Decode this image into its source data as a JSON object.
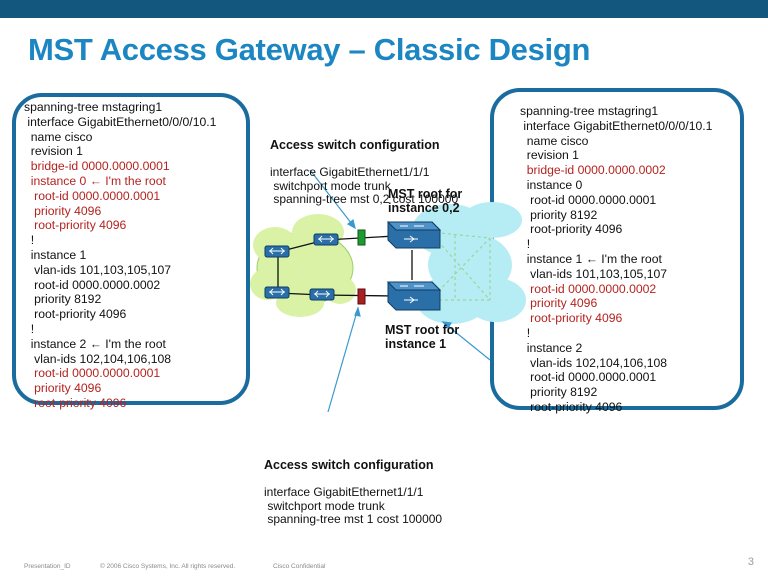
{
  "slide": {
    "title": "MST Access Gateway – Classic Design",
    "page_number": "3"
  },
  "left_config": {
    "lines": [
      {
        "text": "spanning-tree mstagring1",
        "red": false
      },
      {
        "text": " interface GigabitEthernet0/0/0/10.1",
        "red": false
      },
      {
        "text": "  name cisco",
        "red": false
      },
      {
        "text": "  revision 1",
        "red": false
      },
      {
        "text": "  bridge-id 0000.0000.0001",
        "red": true
      },
      {
        "text": "  instance 0 ← I'm the root",
        "red": true
      },
      {
        "text": "   root-id 0000.0000.0001",
        "red": true
      },
      {
        "text": "   priority 4096",
        "red": true
      },
      {
        "text": "   root-priority 4096",
        "red": true
      },
      {
        "text": "  !",
        "red": false
      },
      {
        "text": "  instance 1",
        "red": false
      },
      {
        "text": "   vlan-ids 101,103,105,107",
        "red": false
      },
      {
        "text": "   root-id 0000.0000.0002",
        "red": false
      },
      {
        "text": "   priority 8192",
        "red": false
      },
      {
        "text": "   root-priority 4096",
        "red": false
      },
      {
        "text": "  !",
        "red": false
      },
      {
        "text": "  instance 2 ← I'm the root",
        "red": false
      },
      {
        "text": "   vlan-ids 102,104,106,108",
        "red": false
      },
      {
        "text": "   root-id 0000.0000.0001",
        "red": true
      },
      {
        "text": "   priority 4096",
        "red": true
      },
      {
        "text": "   root-priority 4096",
        "red": true
      }
    ]
  },
  "right_config": {
    "lines": [
      {
        "text": "spanning-tree mstagring1",
        "red": false
      },
      {
        "text": " interface GigabitEthernet0/0/0/10.1",
        "red": false
      },
      {
        "text": "  name cisco",
        "red": false
      },
      {
        "text": "  revision 1",
        "red": false
      },
      {
        "text": "  bridge-id 0000.0000.0002",
        "red": true
      },
      {
        "text": "  instance 0",
        "red": false
      },
      {
        "text": "   root-id 0000.0000.0001",
        "red": false
      },
      {
        "text": "   priority 8192",
        "red": false
      },
      {
        "text": "   root-priority 4096",
        "red": false
      },
      {
        "text": "  !",
        "red": false
      },
      {
        "text": "  instance 1 ← I'm the root",
        "red": false
      },
      {
        "text": "   vlan-ids 101,103,105,107",
        "red": false
      },
      {
        "text": "   root-id 0000.0000.0002",
        "red": true
      },
      {
        "text": "   priority 4096",
        "red": true
      },
      {
        "text": "   root-priority 4096",
        "red": true
      },
      {
        "text": "  !",
        "red": false
      },
      {
        "text": "  instance 2",
        "red": false
      },
      {
        "text": "   vlan-ids 102,104,106,108",
        "red": false
      },
      {
        "text": "   root-id 0000.0000.0001",
        "red": false
      },
      {
        "text": "   priority 8192",
        "red": false
      },
      {
        "text": "   root-priority 4096",
        "red": false
      }
    ]
  },
  "access_top": {
    "heading": "Access switch configuration",
    "lines": [
      "interface GigabitEthernet1/1/1",
      " switchport mode trunk",
      " spanning-tree mst 0,2 cost 100000"
    ]
  },
  "access_bottom": {
    "heading": "Access switch configuration",
    "lines": [
      "interface GigabitEthernet1/1/1",
      " switchport mode trunk",
      " spanning-tree mst 1 cost 100000"
    ]
  },
  "labels": {
    "mst_root_top": "MST root for\ninstance 0,2",
    "mst_root_bottom": "MST root for\ninstance 1"
  },
  "footer": {
    "presentation_id": "Presentation_ID",
    "copyright": "© 2006 Cisco Systems, Inc. All rights reserved.",
    "confidential": "Cisco Confidential"
  },
  "colors": {
    "title": "#1c86c2",
    "bar": "#14577e",
    "box_border": "#1a6c9e",
    "red_text": "#b4231f",
    "cloud_green": "#d9f2a6",
    "cloud_cyan": "#b6ecf4",
    "router": "#2a6fa8",
    "port_green": "#1e9a30",
    "port_red": "#a8201f"
  },
  "icons": [
    "access-switch-icon",
    "core-router-icon",
    "cloud-icon",
    "port-marker-icon"
  ]
}
